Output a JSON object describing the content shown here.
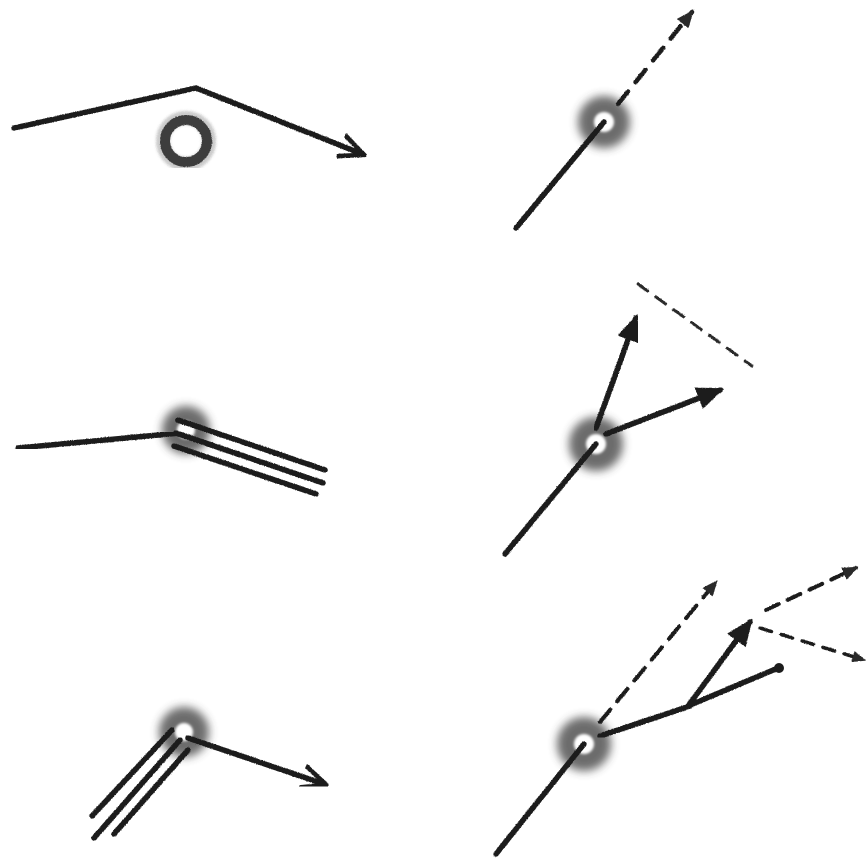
{
  "colors": {
    "background": "#ffffff",
    "ink": "#1c1c1c",
    "smudge": "#3a3a3a",
    "halo": "#4a4a4a"
  },
  "panels": [
    {
      "id": "1",
      "description_key": "path-bending-past-ring"
    },
    {
      "id": "2",
      "description_key": "path-through-smudged-ring-with-dashed-continuation"
    },
    {
      "id": "3",
      "description_key": "path-splitting-into-three-parallel-lines"
    },
    {
      "id": "4",
      "description_key": "path-splitting-into-two-arrows-with-dashed-connector"
    },
    {
      "id": "5",
      "description_key": "three-parallel-lines-merging-into-one-arrow"
    },
    {
      "id": "6",
      "description_key": "branching-arrows-with-dashed-extensions"
    }
  ]
}
